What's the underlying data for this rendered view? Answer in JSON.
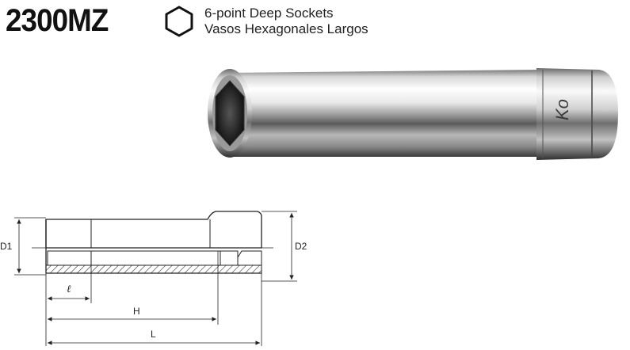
{
  "header": {
    "model": "2300MZ",
    "desc_en": "6-point Deep Sockets",
    "desc_es": "Vasos Hexagonales Largos",
    "icon": "hexagon-icon"
  },
  "photo": {
    "subject": "deep-socket-photo",
    "brand_mark": "Ko"
  },
  "drawing": {
    "labels": {
      "d1": "D1",
      "d2": "D2",
      "l_small": "ℓ",
      "h": "H",
      "l": "L"
    }
  },
  "colors": {
    "text": "#111111",
    "line": "#222222"
  }
}
